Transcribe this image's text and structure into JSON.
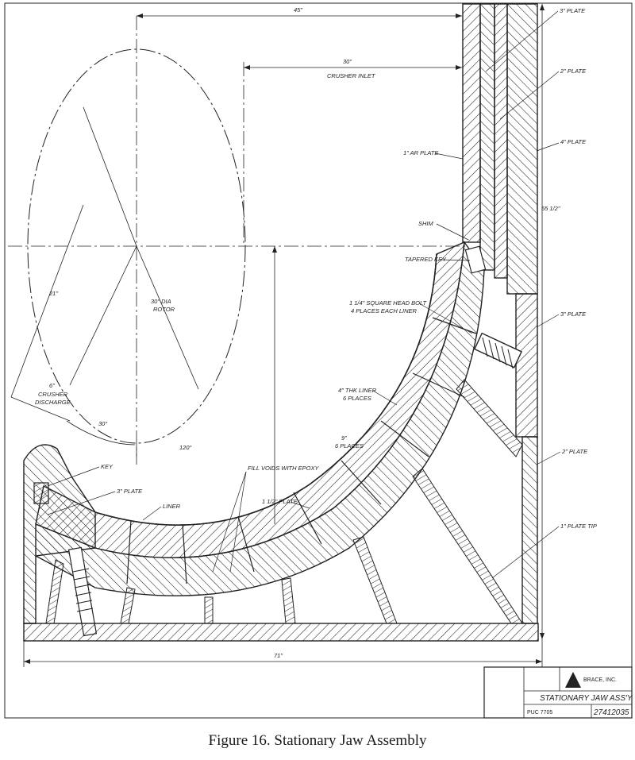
{
  "caption": "Figure 16.  Stationary Jaw Assembly",
  "dimensions": {
    "overall_height_45": "45\"",
    "crusher_inlet_30": "30\"",
    "crusher_inlet_label": "CRUSHER INLET",
    "height_55": "55 1/2\"",
    "rotor_radius_21": "21\"",
    "discharge_6": "6\"",
    "discharge_label_1": "CRUSHER",
    "discharge_label_2": "DISCHARGE",
    "angle_30": "30°",
    "angle_120": "120°",
    "rotor_label_1": "30\" DIA",
    "rotor_label_2": "ROTOR",
    "overall_width_71": "71\""
  },
  "callouts": {
    "plate_3_top": "3\" PLATE",
    "plate_2_top": "2\" PLATE",
    "plate_4": "4\" PLATE",
    "ar_plate": "1\" AR PLATE",
    "shim": "SHIM",
    "tapered_key": "TAPERED KEY",
    "bolt_1": "1 1/4\" SQUARE HEAD BOLT",
    "bolt_2": "4 PLACES EACH LINER",
    "plate_3_right": "3\" PLATE",
    "liner_4_1": "4\" THK LINER",
    "liner_4_2": "6 PLACES",
    "rib_9_1": "9\"",
    "rib_9_2": "6 PLACES",
    "plate_2_right": "2\" PLATE",
    "key": "KEY",
    "plate_3_left": "3\" PLATE",
    "epoxy": "FILL VOIDS WITH EPOXY",
    "liner": "LINER",
    "plate_1_5": "1 1/2\" PLATE",
    "plate_tip": "1\" PLATE TIP"
  },
  "title_block": {
    "company": "BRACE, INC.",
    "title": "STATIONARY JAW ASS'Y",
    "dwg_no": "27412035",
    "left_code": "PUC 7705"
  }
}
